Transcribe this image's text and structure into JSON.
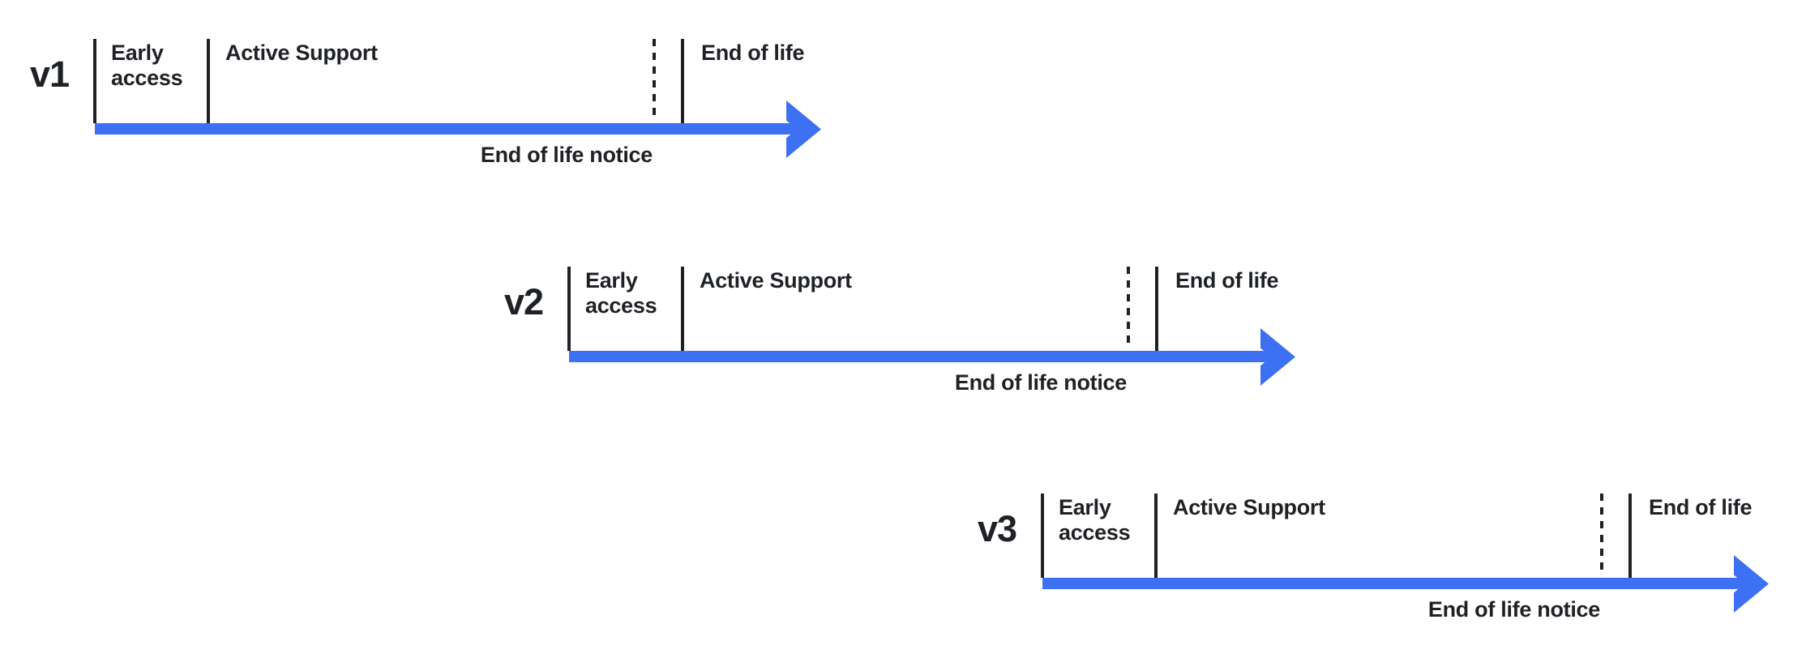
{
  "diagram": {
    "description": "Release lifecycle timelines for three product versions",
    "colors": {
      "accent_blue": "#3E70F3",
      "ink": "#1E2125",
      "background": "#FFFFFF"
    },
    "timelines": [
      {
        "version": "v1",
        "phases": {
          "early_access": "Early access",
          "active_support": "Active Support",
          "end_of_life": "End of life",
          "end_of_life_notice": "End of life notice"
        }
      },
      {
        "version": "v2",
        "phases": {
          "early_access": "Early access",
          "active_support": "Active Support",
          "end_of_life": "End of life",
          "end_of_life_notice": "End of life notice"
        }
      },
      {
        "version": "v3",
        "phases": {
          "early_access": "Early access",
          "active_support": "Active Support",
          "end_of_life": "End of life",
          "end_of_life_notice": "End of life notice"
        }
      }
    ]
  }
}
